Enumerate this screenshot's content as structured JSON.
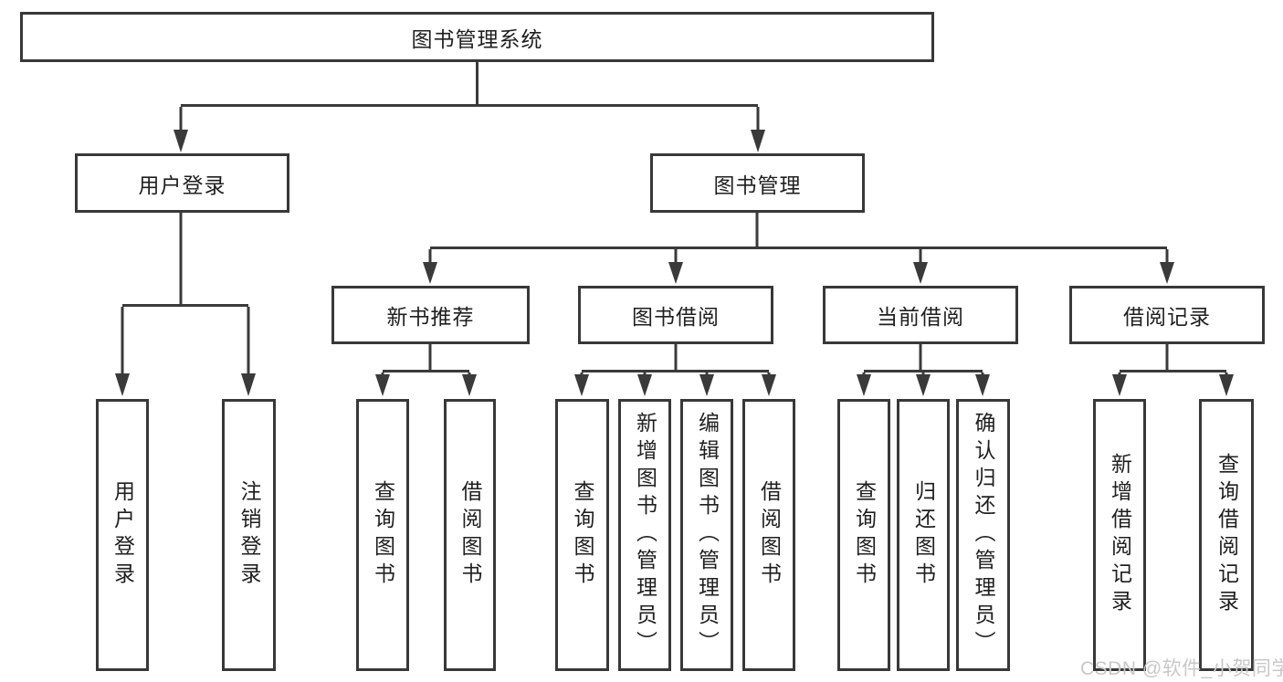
{
  "diagram": {
    "title": "图书管理系统",
    "tree": {
      "root": "图书管理系统",
      "branches": [
        {
          "label": "用户登录",
          "children": [
            "用户登录",
            "注销登录"
          ]
        },
        {
          "label": "图书管理",
          "sections": [
            {
              "label": "新书推荐",
              "children": [
                "查询图书",
                "借阅图书"
              ]
            },
            {
              "label": "图书借阅",
              "children": [
                "查询图书",
                "新增图书（管理员）",
                "编辑图书（管理员）",
                "借阅图书"
              ]
            },
            {
              "label": "当前借阅",
              "children": [
                "查询图书",
                "归还图书",
                "确认归还（管理员）"
              ]
            },
            {
              "label": "借阅记录",
              "children": [
                "新增借阅记录",
                "查询借阅记录"
              ]
            }
          ]
        }
      ]
    },
    "colors": {
      "line": "#3a3a3a",
      "text": "#1f1f1f",
      "background": "#ffffff",
      "watermark": "#c8c8c8"
    }
  },
  "watermark": "CSDN @软件_小贺同学"
}
